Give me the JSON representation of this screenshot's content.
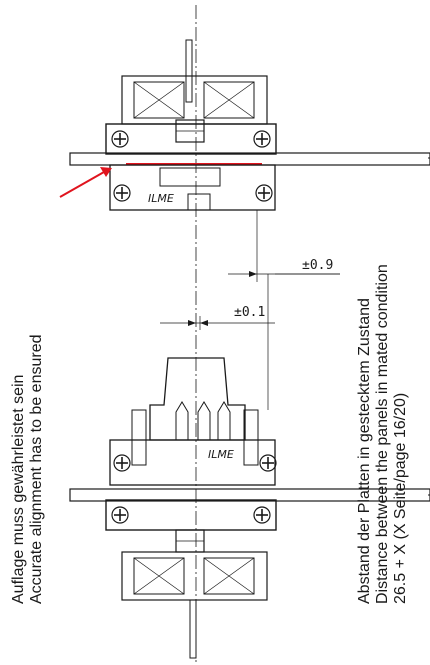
{
  "notes": {
    "left": {
      "line_de": "Auflage muss gewährleistet sein",
      "line_en": "Accurate alignment has to be ensured"
    },
    "right": {
      "line_de": "Abstand der Platten in gestecktem Zustand",
      "line_en": "Distance between the panels in mated condition",
      "line_ref": "26.5 + X (X Seite/page 16/20)"
    }
  },
  "dimensions": {
    "tolerance_outer": "±0.9",
    "tolerance_inner": "±0.1"
  },
  "connector_marks": {
    "upper_logo": "ILME",
    "lower_logo": "ILME"
  },
  "colors": {
    "line": "#1a1a1a",
    "leader_arrow": "#e0141e",
    "support_highlight": "#e0141e"
  }
}
